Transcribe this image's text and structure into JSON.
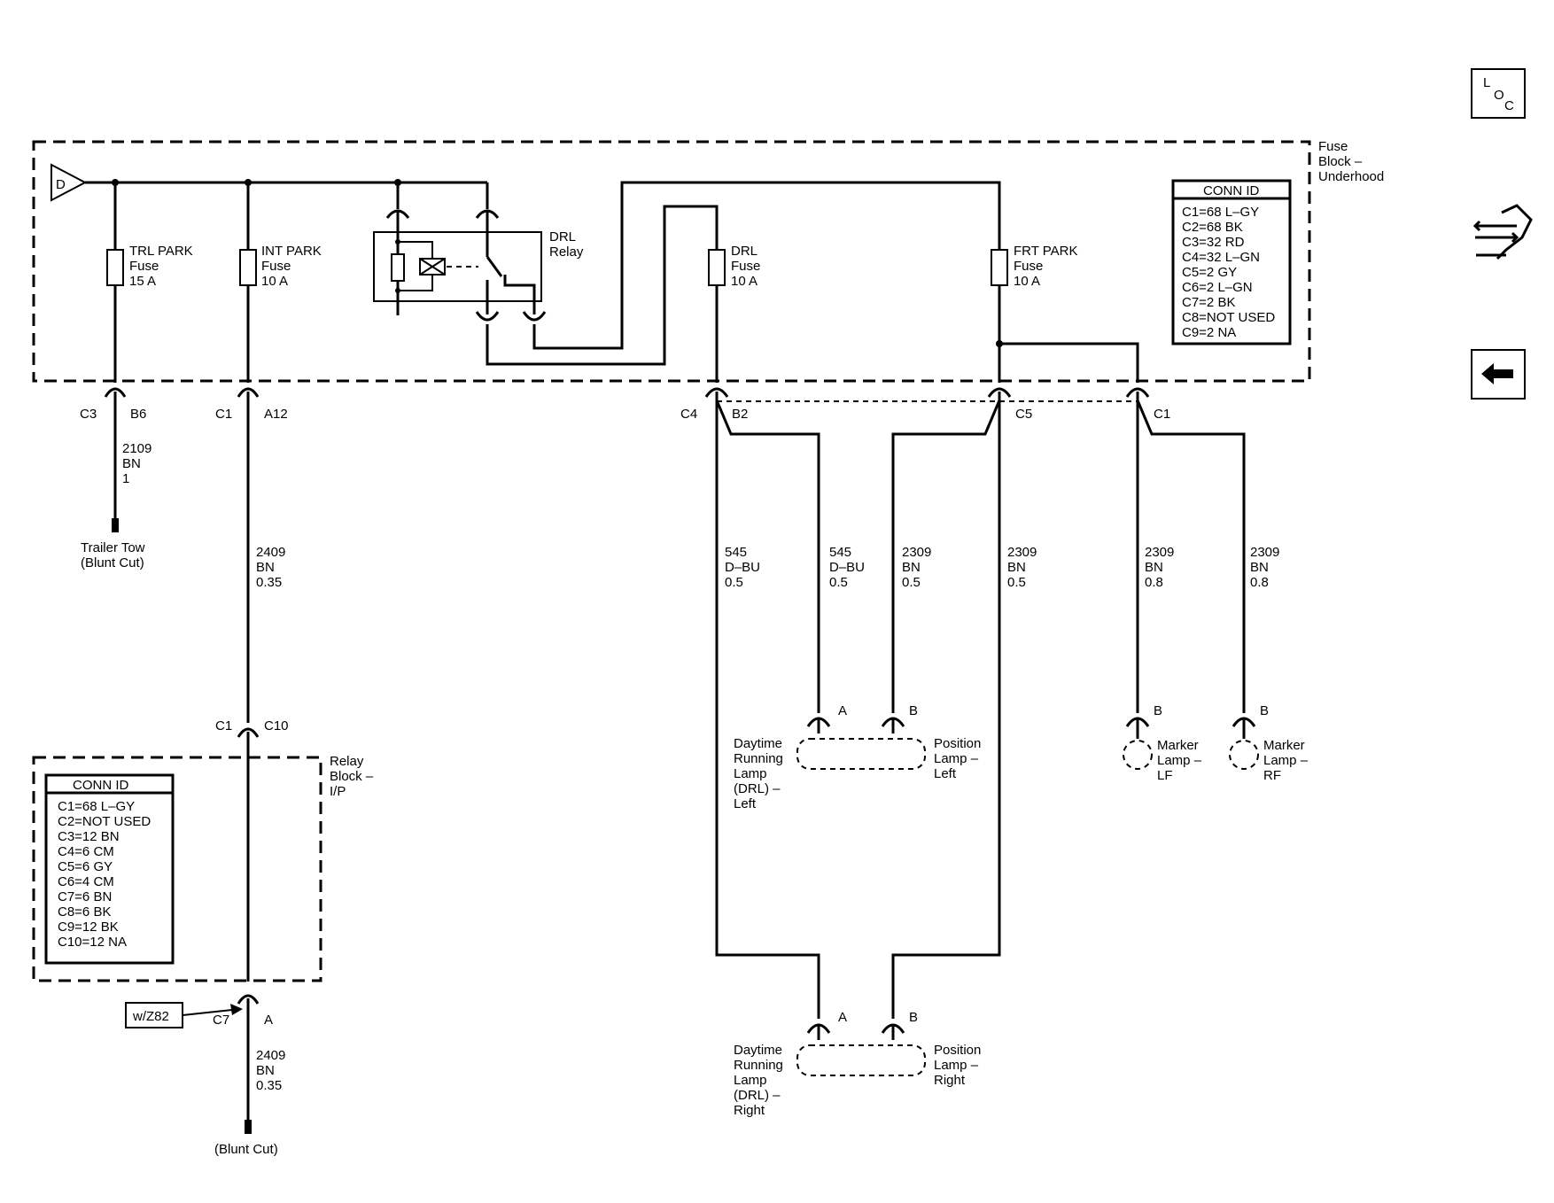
{
  "side_buttons": {
    "loc": [
      "L",
      "O",
      "C"
    ]
  },
  "source": {
    "label": "D"
  },
  "fuse_block_underhood": {
    "title": [
      "Fuse",
      "Block –",
      "Underhood"
    ],
    "conn_id": {
      "header": "CONN ID",
      "rows": [
        "C1=68 L–GY",
        "C2=68 BK",
        "C3=32 RD",
        "C4=32 L–GN",
        "C5=2 GY",
        "C6=2 L–GN",
        "C7=2 BK",
        "C8=NOT USED",
        "C9=2 NA"
      ]
    },
    "fuses": {
      "trl": [
        "TRL PARK",
        "Fuse",
        "15 A"
      ],
      "int": [
        "INT PARK",
        "Fuse",
        "10 A"
      ],
      "drl": [
        "DRL",
        "Fuse",
        "10 A"
      ],
      "frt": [
        "FRT PARK",
        "Fuse",
        "10 A"
      ]
    },
    "relay": [
      "DRL",
      "Relay"
    ]
  },
  "connectors": {
    "c3": "C3",
    "b6": "B6",
    "c1a": "C1",
    "a12": "A12",
    "c4": "C4",
    "b2": "B2",
    "c5": "C5",
    "c1b": "C1",
    "c1c": "C1",
    "c10": "C10",
    "c7": "C7",
    "a": "A"
  },
  "wires": {
    "w2109": [
      "2109",
      "BN",
      "1"
    ],
    "w2409a": [
      "2409",
      "BN",
      "0.35"
    ],
    "w545a": [
      "545",
      "D–BU",
      "0.5"
    ],
    "w545b": [
      "545",
      "D–BU",
      "0.5"
    ],
    "w2309a": [
      "2309",
      "BN",
      "0.5"
    ],
    "w2309b": [
      "2309",
      "BN",
      "0.5"
    ],
    "w2309c": [
      "2309",
      "BN",
      "0.8"
    ],
    "w2309d": [
      "2309",
      "BN",
      "0.8"
    ],
    "w2409b": [
      "2409",
      "BN",
      "0.35"
    ]
  },
  "trailer_tow": [
    "Trailer Tow",
    "(Blunt Cut)"
  ],
  "blunt_cut": "(Blunt Cut)",
  "option": "w/Z82",
  "relay_block_ip": {
    "title": [
      "Relay",
      "Block –",
      "I/P"
    ],
    "conn_id": {
      "header": "CONN ID",
      "rows": [
        "C1=68 L–GY",
        "C2=NOT USED",
        "C3=12 BN",
        "C4=6 CM",
        "C5=6 GY",
        "C6=4 CM",
        "C7=6 BN",
        "C8=6 BK",
        "C9=12 BK",
        "C10=12 NA"
      ]
    }
  },
  "lamps": {
    "left_pins": [
      "A",
      "B"
    ],
    "drl_left": [
      "Daytime",
      "Running",
      "Lamp",
      "(DRL) –",
      "Left"
    ],
    "pos_left": [
      "Position",
      "Lamp –",
      "Left"
    ],
    "marker_pins": [
      "B",
      "B"
    ],
    "marker_lf": [
      "Marker",
      "Lamp –",
      "LF"
    ],
    "marker_rf": [
      "Marker",
      "Lamp –",
      "RF"
    ],
    "right_pins": [
      "A",
      "B"
    ],
    "drl_right": [
      "Daytime",
      "Running",
      "Lamp",
      "(DRL) –",
      "Right"
    ],
    "pos_right": [
      "Position",
      "Lamp –",
      "Right"
    ]
  }
}
